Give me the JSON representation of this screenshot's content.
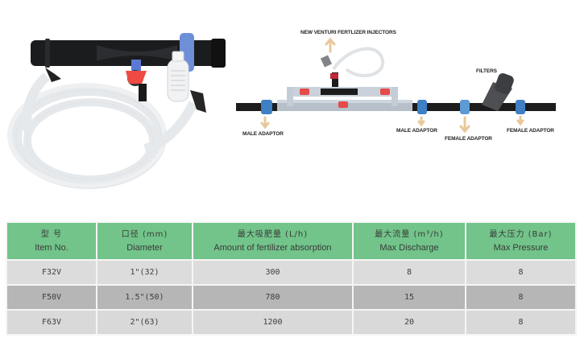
{
  "diagram": {
    "labels": {
      "injector": "NEW  VENTURI FERTLIZER INJECTORS",
      "filters": "FILTERS",
      "male_adaptor_1": "MALE ADAPTOR",
      "male_adaptor_2": "MALE ADAPTOR",
      "female_adaptor_1": "FEMALE ADAPTOR",
      "female_adaptor_2": "FEMALE ADAPTOR"
    },
    "colors": {
      "pipe": "#1c1c1c",
      "adaptor": "#3f7fc4",
      "arrow": "#e8c89a",
      "valve": "#e23a3a"
    }
  },
  "table": {
    "header_color": "#72c48a",
    "columns": [
      {
        "cn": "型 号",
        "en": "Item No."
      },
      {
        "cn": "口径 (mm)",
        "en": "Diameter"
      },
      {
        "cn": "最大吸肥量 (L/h)",
        "en": "Amount of fertilizer absorption"
      },
      {
        "cn": "最大流量 (m³/h)",
        "en": "Max Discharge"
      },
      {
        "cn": "最大压力 (Bar)",
        "en": "Max Pressure"
      }
    ],
    "rows": [
      [
        "F32V",
        "1\"(32)",
        "300",
        "8",
        "8"
      ],
      [
        "F50V",
        "1.5\"(50)",
        "780",
        "15",
        "8"
      ],
      [
        "F63V",
        "2\"(63)",
        "1200",
        "20",
        "8"
      ]
    ]
  }
}
